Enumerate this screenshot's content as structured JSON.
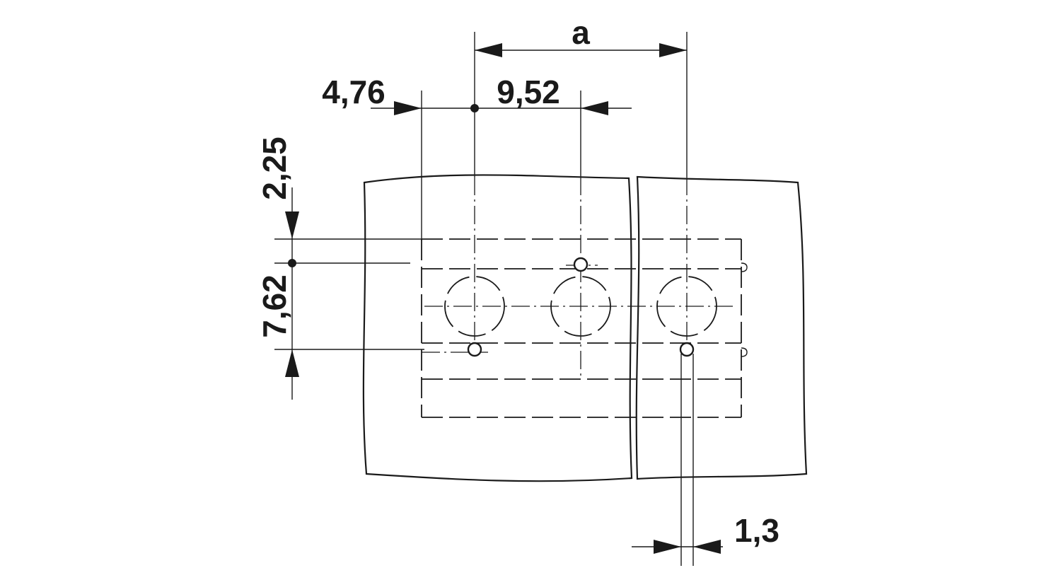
{
  "drawing": {
    "dimensions": {
      "a": "a",
      "d476": "4,76",
      "d952": "9,52",
      "d225": "2,25",
      "d762": "7,62",
      "d13": "1,3"
    },
    "colors": {
      "line": "#1a1a1a",
      "background": "#ffffff"
    }
  }
}
